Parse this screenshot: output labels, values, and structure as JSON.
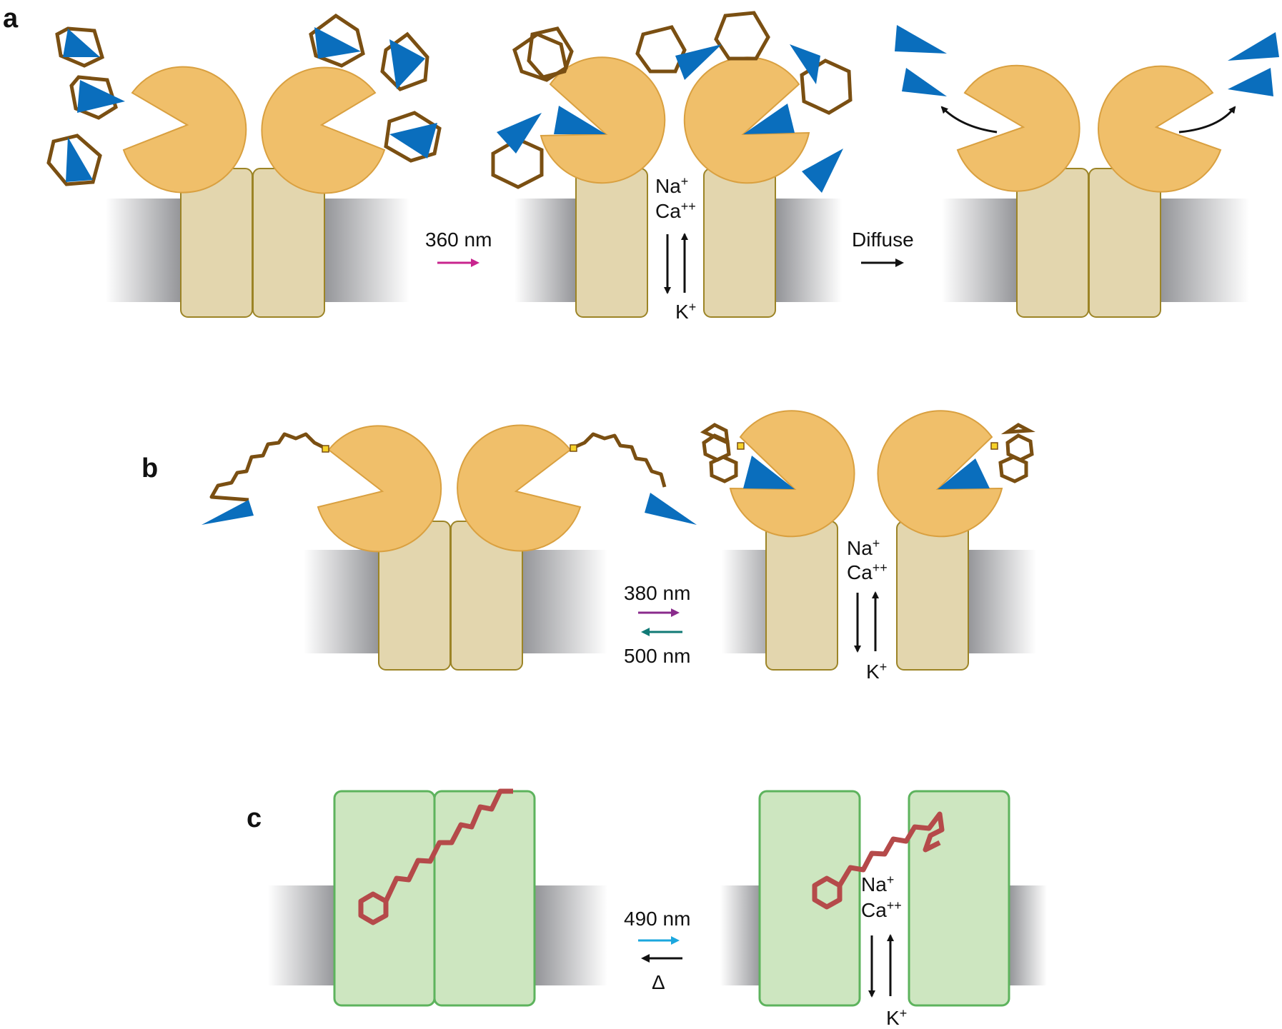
{
  "panels": {
    "a": {
      "label": "a",
      "step1_wavelength": "360 nm",
      "step2_label": "Diffuse",
      "ion_na": "Na",
      "ion_na_charge": "+",
      "ion_ca": "Ca",
      "ion_ca_charge": "++",
      "ion_k": "K",
      "ion_k_charge": "+"
    },
    "b": {
      "label": "b",
      "forward_wavelength": "380 nm",
      "reverse_wavelength": "500 nm",
      "ion_na": "Na",
      "ion_na_charge": "+",
      "ion_ca": "Ca",
      "ion_ca_charge": "++",
      "ion_k": "K",
      "ion_k_charge": "+"
    },
    "c": {
      "label": "c",
      "forward_wavelength": "490 nm",
      "reverse_label": "Δ",
      "ion_na": "Na",
      "ion_na_charge": "+",
      "ion_ca": "Ca",
      "ion_ca_charge": "++",
      "ion_k": "K",
      "ion_k_charge": "+"
    }
  },
  "colors": {
    "ligand_domain": "#F0BF6A",
    "ligand_domain_stroke": "#D9A040",
    "channel_body": "#E3D6AE",
    "channel_stroke": "#9C8426",
    "blocker_cage": "#7A4F12",
    "ligand_triangle": "#0A6EBD",
    "azobenzene_red": "#B54A4A",
    "green_channel": "#CDE6C0",
    "green_stroke": "#5DB35D",
    "arrow_360nm": "#C8248E",
    "arrow_380nm": "#8A2B8C",
    "arrow_500nm": "#117A76",
    "arrow_490nm": "#1BA7DE"
  }
}
